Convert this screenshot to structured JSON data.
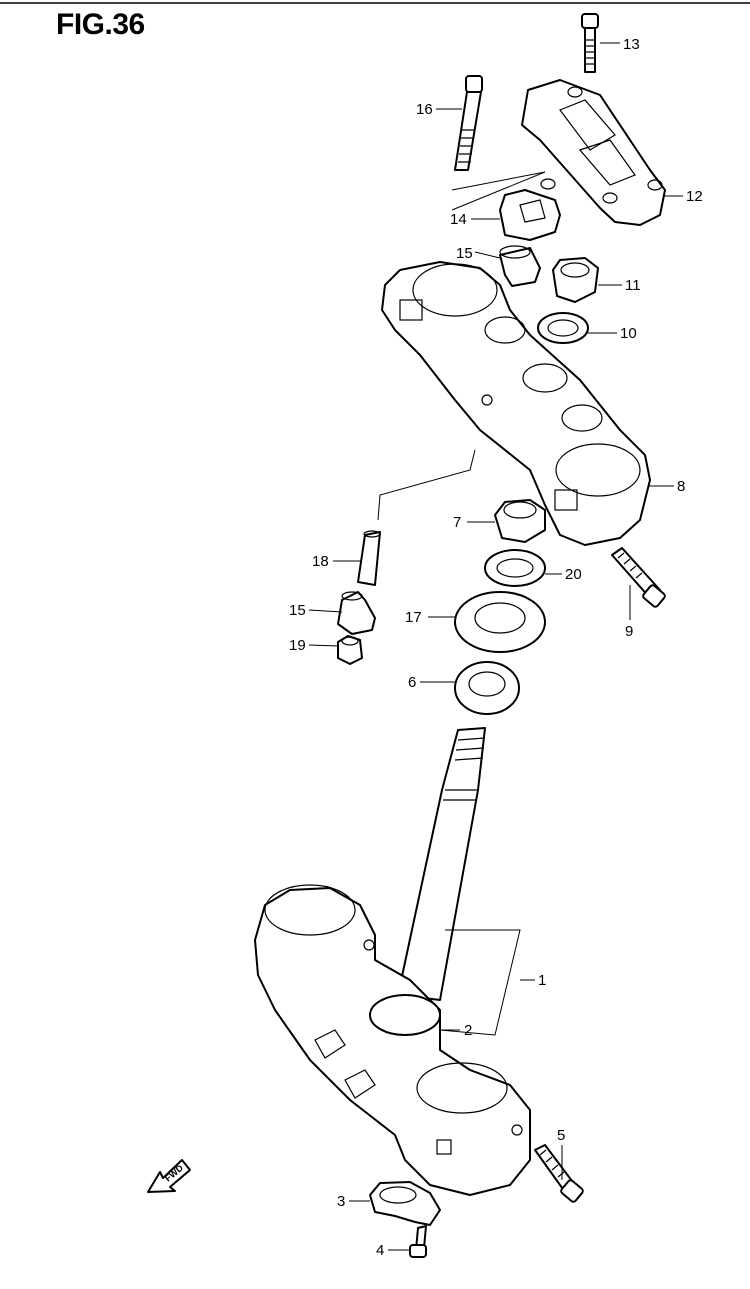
{
  "figure": {
    "title": "FIG.36"
  },
  "direction_marker": {
    "label": "FWD"
  },
  "callouts": [
    {
      "id": "c1",
      "label": "1"
    },
    {
      "id": "c2",
      "label": "2"
    },
    {
      "id": "c3",
      "label": "3"
    },
    {
      "id": "c4",
      "label": "4"
    },
    {
      "id": "c5",
      "label": "5"
    },
    {
      "id": "c6",
      "label": "6"
    },
    {
      "id": "c7",
      "label": "7"
    },
    {
      "id": "c8",
      "label": "8"
    },
    {
      "id": "c9",
      "label": "9"
    },
    {
      "id": "c10",
      "label": "10"
    },
    {
      "id": "c11",
      "label": "11"
    },
    {
      "id": "c12",
      "label": "12"
    },
    {
      "id": "c13",
      "label": "13"
    },
    {
      "id": "c14",
      "label": "14"
    },
    {
      "id": "c15a",
      "label": "15"
    },
    {
      "id": "c15b",
      "label": "15"
    },
    {
      "id": "c16",
      "label": "16"
    },
    {
      "id": "c17",
      "label": "17"
    },
    {
      "id": "c18",
      "label": "18"
    },
    {
      "id": "c19",
      "label": "19"
    },
    {
      "id": "c20",
      "label": "20"
    }
  ]
}
